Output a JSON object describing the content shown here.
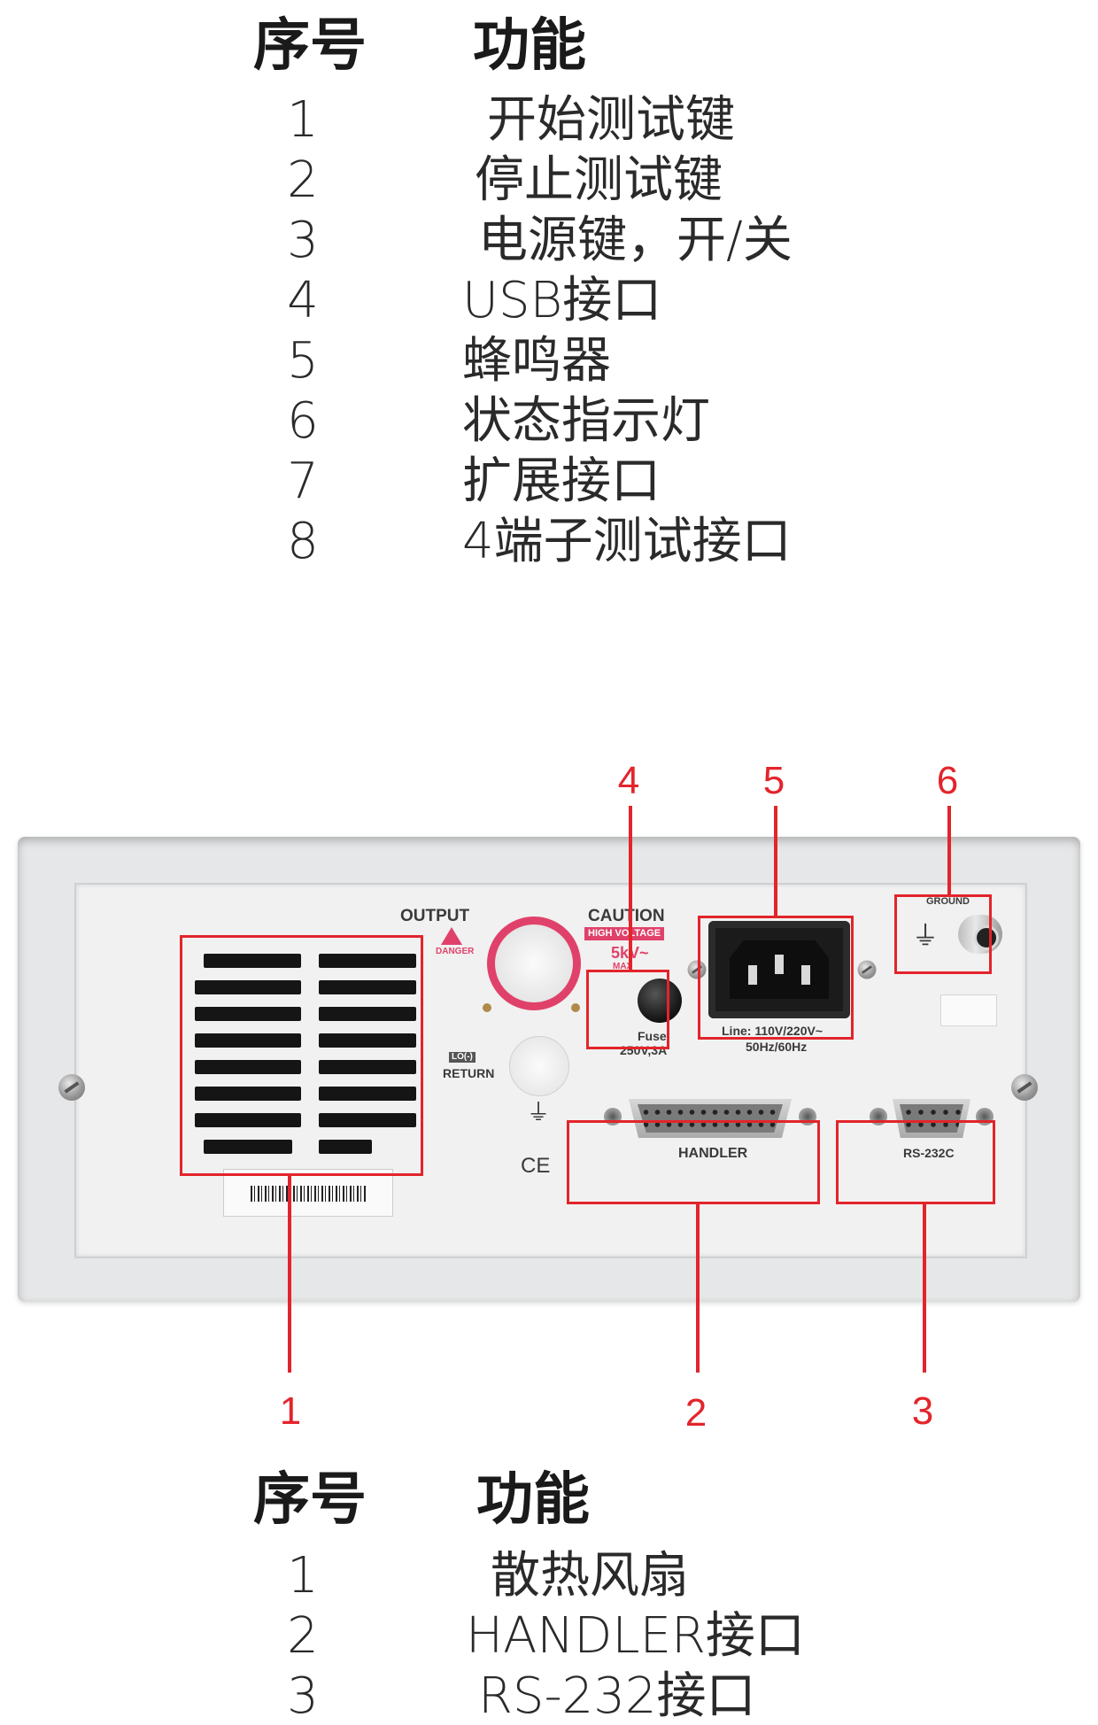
{
  "top_table": {
    "col_index": "序号",
    "col_function": "功能",
    "rows": [
      {
        "index": "1",
        "function": "开始测试键"
      },
      {
        "index": "2",
        "function": "停止测试键"
      },
      {
        "index": "3",
        "function": "电源键，开/关"
      },
      {
        "index": "4",
        "function": "USB接口"
      },
      {
        "index": "5",
        "function": "蜂鸣器"
      },
      {
        "index": "6",
        "function": "状态指示灯"
      },
      {
        "index": "7",
        "function": "扩展接口"
      },
      {
        "index": "8",
        "function": "4端子测试接口"
      }
    ]
  },
  "panel": {
    "output_label": "OUTPUT",
    "danger_label": "DANGER",
    "caution_label": "CAUTION",
    "high_voltage_label": "HIGH VOLTAGE",
    "voltage_max": "5kV~",
    "max_label": "MAX",
    "lo_label": "LO(-)",
    "return_label": "RETURN",
    "fuse_label": "Fuse:",
    "fuse_rating": "250V,3A",
    "line_label": "Line: 110V/220V~",
    "freq_label": "50Hz/60Hz",
    "ground_label": "GROUND",
    "handler_label": "HANDLER",
    "rs232_label": "RS-232C",
    "ce_mark": "CE",
    "ground_symbol": "⏚"
  },
  "callouts": [
    "1",
    "2",
    "3",
    "4",
    "5",
    "6"
  ],
  "bottom_table": {
    "col_index": "序号",
    "col_function": "功能",
    "rows": [
      {
        "index": "1",
        "function": "散热风扇"
      },
      {
        "index": "2",
        "function": "HANDLER接口"
      },
      {
        "index": "3",
        "function": "RS-232接口"
      }
    ]
  },
  "colors": {
    "accent_red": "#e3242b",
    "panel_gray": "#e9eaeb",
    "warning_pink": "#e0416a"
  }
}
